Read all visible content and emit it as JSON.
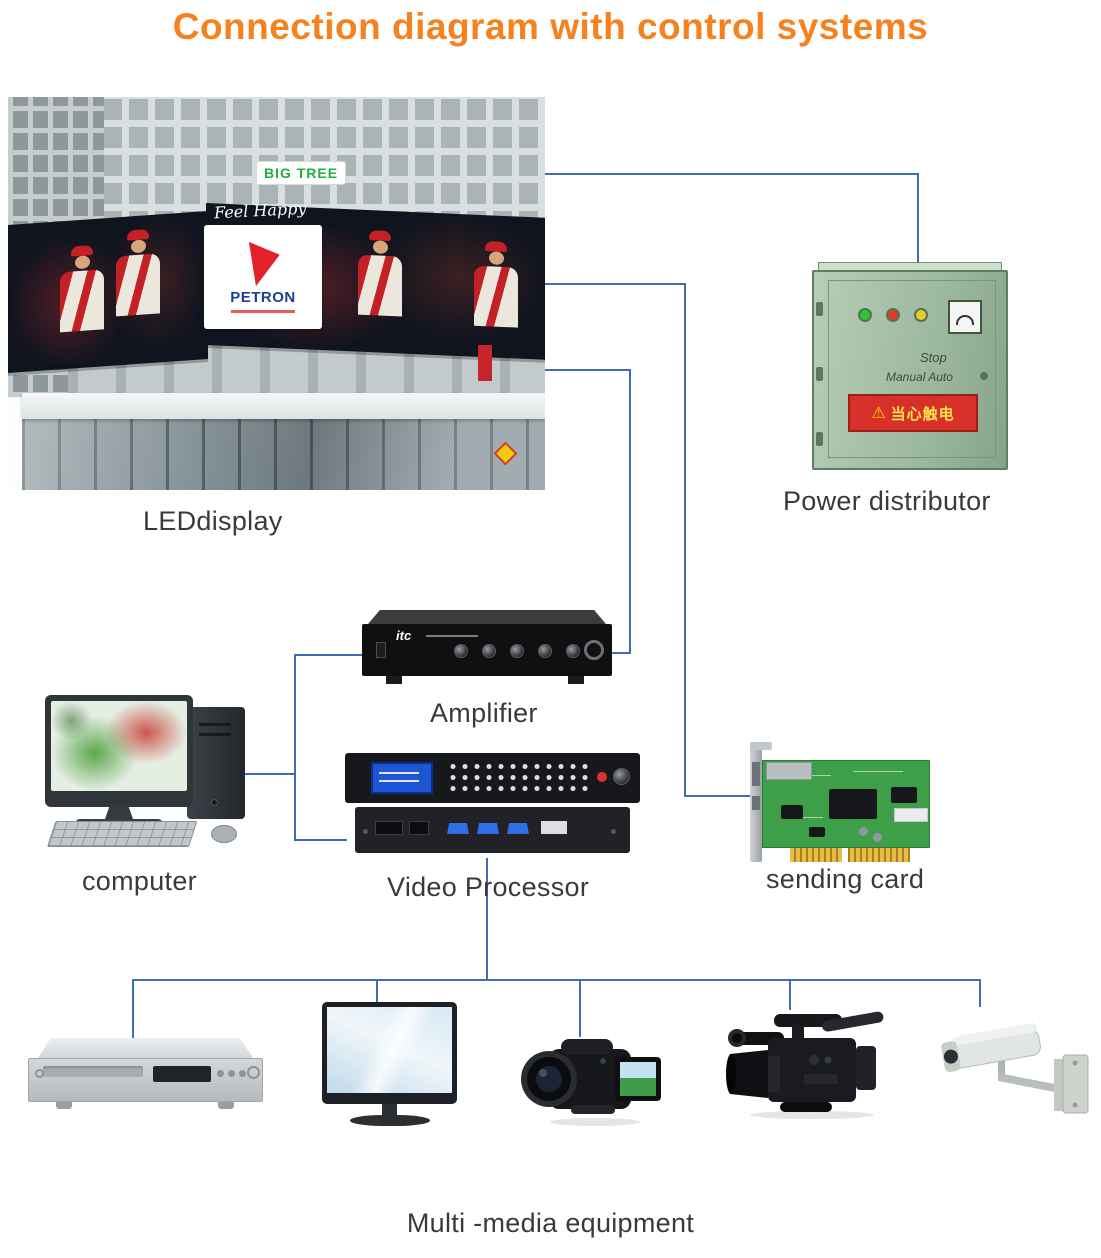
{
  "title": "Connection diagram with control systems",
  "nodes": {
    "led_display": {
      "label": "LEDdisplay"
    },
    "power_distributor": {
      "label": "Power distributor"
    },
    "amplifier": {
      "label": "Amplifier"
    },
    "computer": {
      "label": "computer"
    },
    "video_processor": {
      "label": "Video Processor"
    },
    "sending_card": {
      "label": "sending card"
    },
    "multimedia": {
      "label": "Multi -media equipment"
    }
  },
  "led_photo": {
    "building_sign": "BIG TREE",
    "billboard_tagline": "Feel Happy",
    "billboard_brand": "PETRON"
  },
  "power_distributor_panel": {
    "warning_icon": "⚠",
    "warning_text": "当心触电",
    "switch_note_1": "Stop",
    "switch_note_2": "Manual  Auto"
  },
  "amplifier_panel": {
    "brand": "itc"
  },
  "colors": {
    "title": "#f5821f",
    "connector": "#3f6cb5",
    "label_text": "#3a3a3a",
    "pcb_green": "#3da048",
    "cabinet_green": "#a9c2ac",
    "warning_red": "#d7312a",
    "petron_red": "#e22128",
    "petron_blue": "#1c3f94"
  }
}
